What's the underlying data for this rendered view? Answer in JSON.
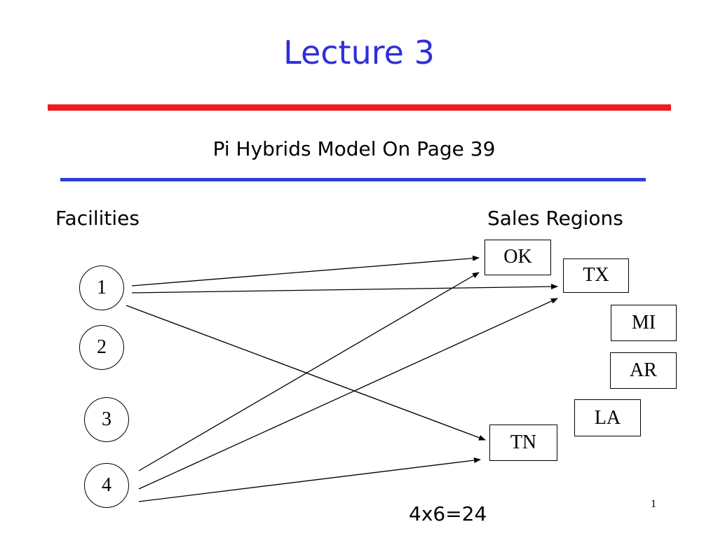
{
  "title": "Lecture 3",
  "subtitle": "Pi Hybrids Model On Page 39",
  "headers": {
    "facilities": "Facilities",
    "sales_regions": "Sales Regions"
  },
  "facilities": [
    "1",
    "2",
    "3",
    "4"
  ],
  "regions": [
    "OK",
    "TX",
    "MI",
    "AR",
    "LA",
    "TN"
  ],
  "edges": [
    {
      "from": "1",
      "to": "OK"
    },
    {
      "from": "1",
      "to": "TX"
    },
    {
      "from": "1",
      "to": "TN"
    },
    {
      "from": "4",
      "to": "OK"
    },
    {
      "from": "4",
      "to": "TX"
    },
    {
      "from": "4",
      "to": "TN"
    }
  ],
  "formula": "4x6=24",
  "slide_number": "1",
  "colors": {
    "title": "#2f2fdc",
    "red_rule": "#ee1c1c",
    "blue_rule": "#2f3fd6"
  }
}
